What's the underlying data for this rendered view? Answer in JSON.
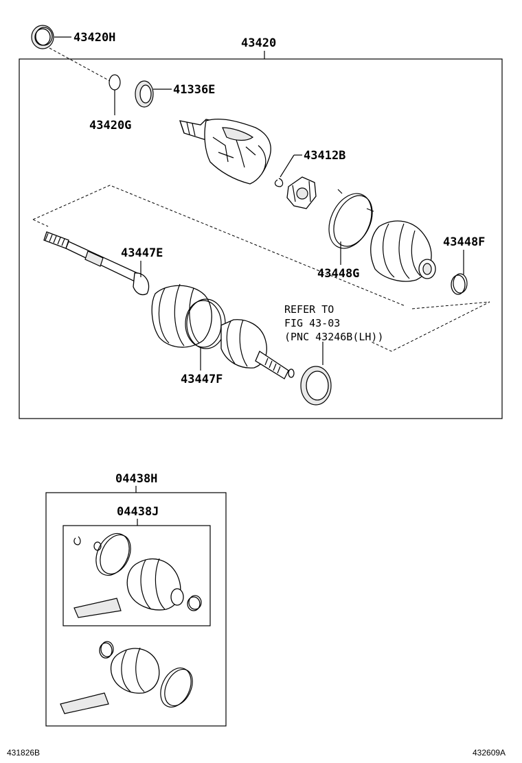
{
  "labels": {
    "p43420H": "43420H",
    "p43420": "43420",
    "p41336E": "41336E",
    "p43420G": "43420G",
    "p43412B": "43412B",
    "p43447E": "43447E",
    "p43448F": "43448F",
    "p43448G": "43448G",
    "p43447F": "43447F",
    "p04438H": "04438H",
    "p04438J": "04438J"
  },
  "note": {
    "line1": "REFER TO",
    "line2": "FIG 43-03",
    "line3": "(PNC 43246B(LH))"
  },
  "codes": {
    "left": "431826B",
    "right": "432609A"
  },
  "colors": {
    "ink": "#000000",
    "background": "#ffffff"
  }
}
